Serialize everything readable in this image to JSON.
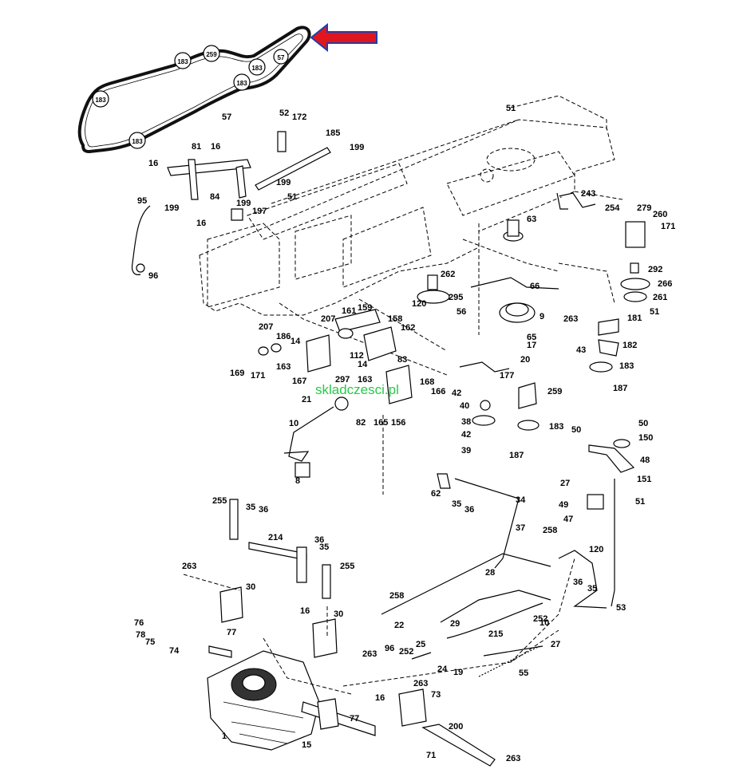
{
  "watermark": "skladczesci.pl",
  "arrow_color": "#e0161f",
  "arrow_outline_color": "#1f3fa8",
  "belt_pulley_labels": [
    "183",
    "259",
    "183",
    "183",
    "57",
    "183",
    "183"
  ],
  "part_labels": [
    "57",
    "51",
    "52",
    "172",
    "185",
    "199",
    "16",
    "81",
    "16",
    "84",
    "199",
    "51",
    "199",
    "197",
    "16",
    "95",
    "199",
    "96",
    "243",
    "254",
    "63",
    "279",
    "260",
    "171",
    "262",
    "66",
    "292",
    "266",
    "261",
    "295",
    "120",
    "56",
    "9",
    "51",
    "263",
    "181",
    "207",
    "161",
    "159",
    "158",
    "162",
    "207",
    "186",
    "14",
    "163",
    "112",
    "14",
    "83",
    "169",
    "171",
    "167",
    "297",
    "163",
    "166",
    "168",
    "156",
    "165",
    "82",
    "21",
    "65",
    "17",
    "20",
    "43",
    "182",
    "183",
    "187",
    "177",
    "42",
    "40",
    "259",
    "38",
    "183",
    "42",
    "39",
    "187",
    "10",
    "8",
    "50",
    "50",
    "150",
    "48",
    "27",
    "151",
    "51",
    "49",
    "47",
    "120",
    "62",
    "35",
    "36",
    "34",
    "37",
    "255",
    "35",
    "36",
    "214",
    "36",
    "35",
    "255",
    "258",
    "28",
    "36",
    "35",
    "263",
    "30",
    "258",
    "22",
    "29",
    "252",
    "10",
    "53",
    "16",
    "30",
    "76",
    "78",
    "75",
    "74",
    "77",
    "96",
    "252",
    "25",
    "24",
    "19",
    "215",
    "27",
    "263",
    "55",
    "263",
    "16",
    "73",
    "77",
    "1",
    "200",
    "71",
    "15",
    "263"
  ]
}
